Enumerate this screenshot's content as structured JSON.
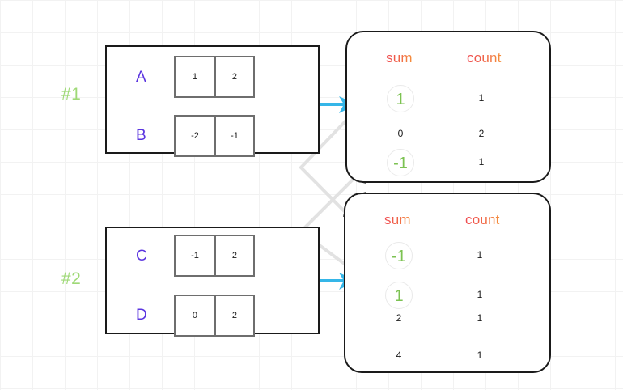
{
  "colors": {
    "grid": "#f2f2f2",
    "row_label": "#5b35e0",
    "step_marker": "#9fd977",
    "highlight_value": "#7cc252",
    "arrow": "#35b6e8",
    "header_gradient_start": "#ef4b52",
    "header_gradient_end": "#f5933b",
    "box_border": "#1a1a1a",
    "cell_border": "#6e6e6e",
    "connector": "#e0e0e0"
  },
  "steps": [
    {
      "marker": "#1"
    },
    {
      "marker": "#2"
    }
  ],
  "source_boxes": [
    {
      "rows": [
        {
          "label": "A",
          "cells": [
            "1",
            "2"
          ]
        },
        {
          "label": "B",
          "cells": [
            "-2",
            "-1"
          ]
        }
      ]
    },
    {
      "rows": [
        {
          "label": "C",
          "cells": [
            "-1",
            "2"
          ]
        },
        {
          "label": "D",
          "cells": [
            "0",
            "2"
          ]
        }
      ]
    }
  ],
  "result_panels": [
    {
      "headers": {
        "sum": "sum",
        "count": "count"
      },
      "rows": [
        {
          "sum": "1",
          "count": "1",
          "highlight": true
        },
        {
          "sum": "0",
          "count": "2",
          "highlight": false
        },
        {
          "sum": "-1",
          "count": "1",
          "highlight": true
        }
      ]
    },
    {
      "headers": {
        "sum": "sum",
        "count": "count"
      },
      "rows": [
        {
          "sum": "-1",
          "count": "1",
          "highlight": true
        },
        {
          "sum": "1",
          "count": "1",
          "highlight": true
        },
        {
          "sum": "2",
          "count": "1",
          "highlight": false
        },
        {
          "sum": "4",
          "count": "1",
          "highlight": false
        }
      ]
    }
  ],
  "arrows": [
    {
      "name": "arrow-to-panel-1"
    },
    {
      "name": "arrow-to-panel-2"
    }
  ]
}
